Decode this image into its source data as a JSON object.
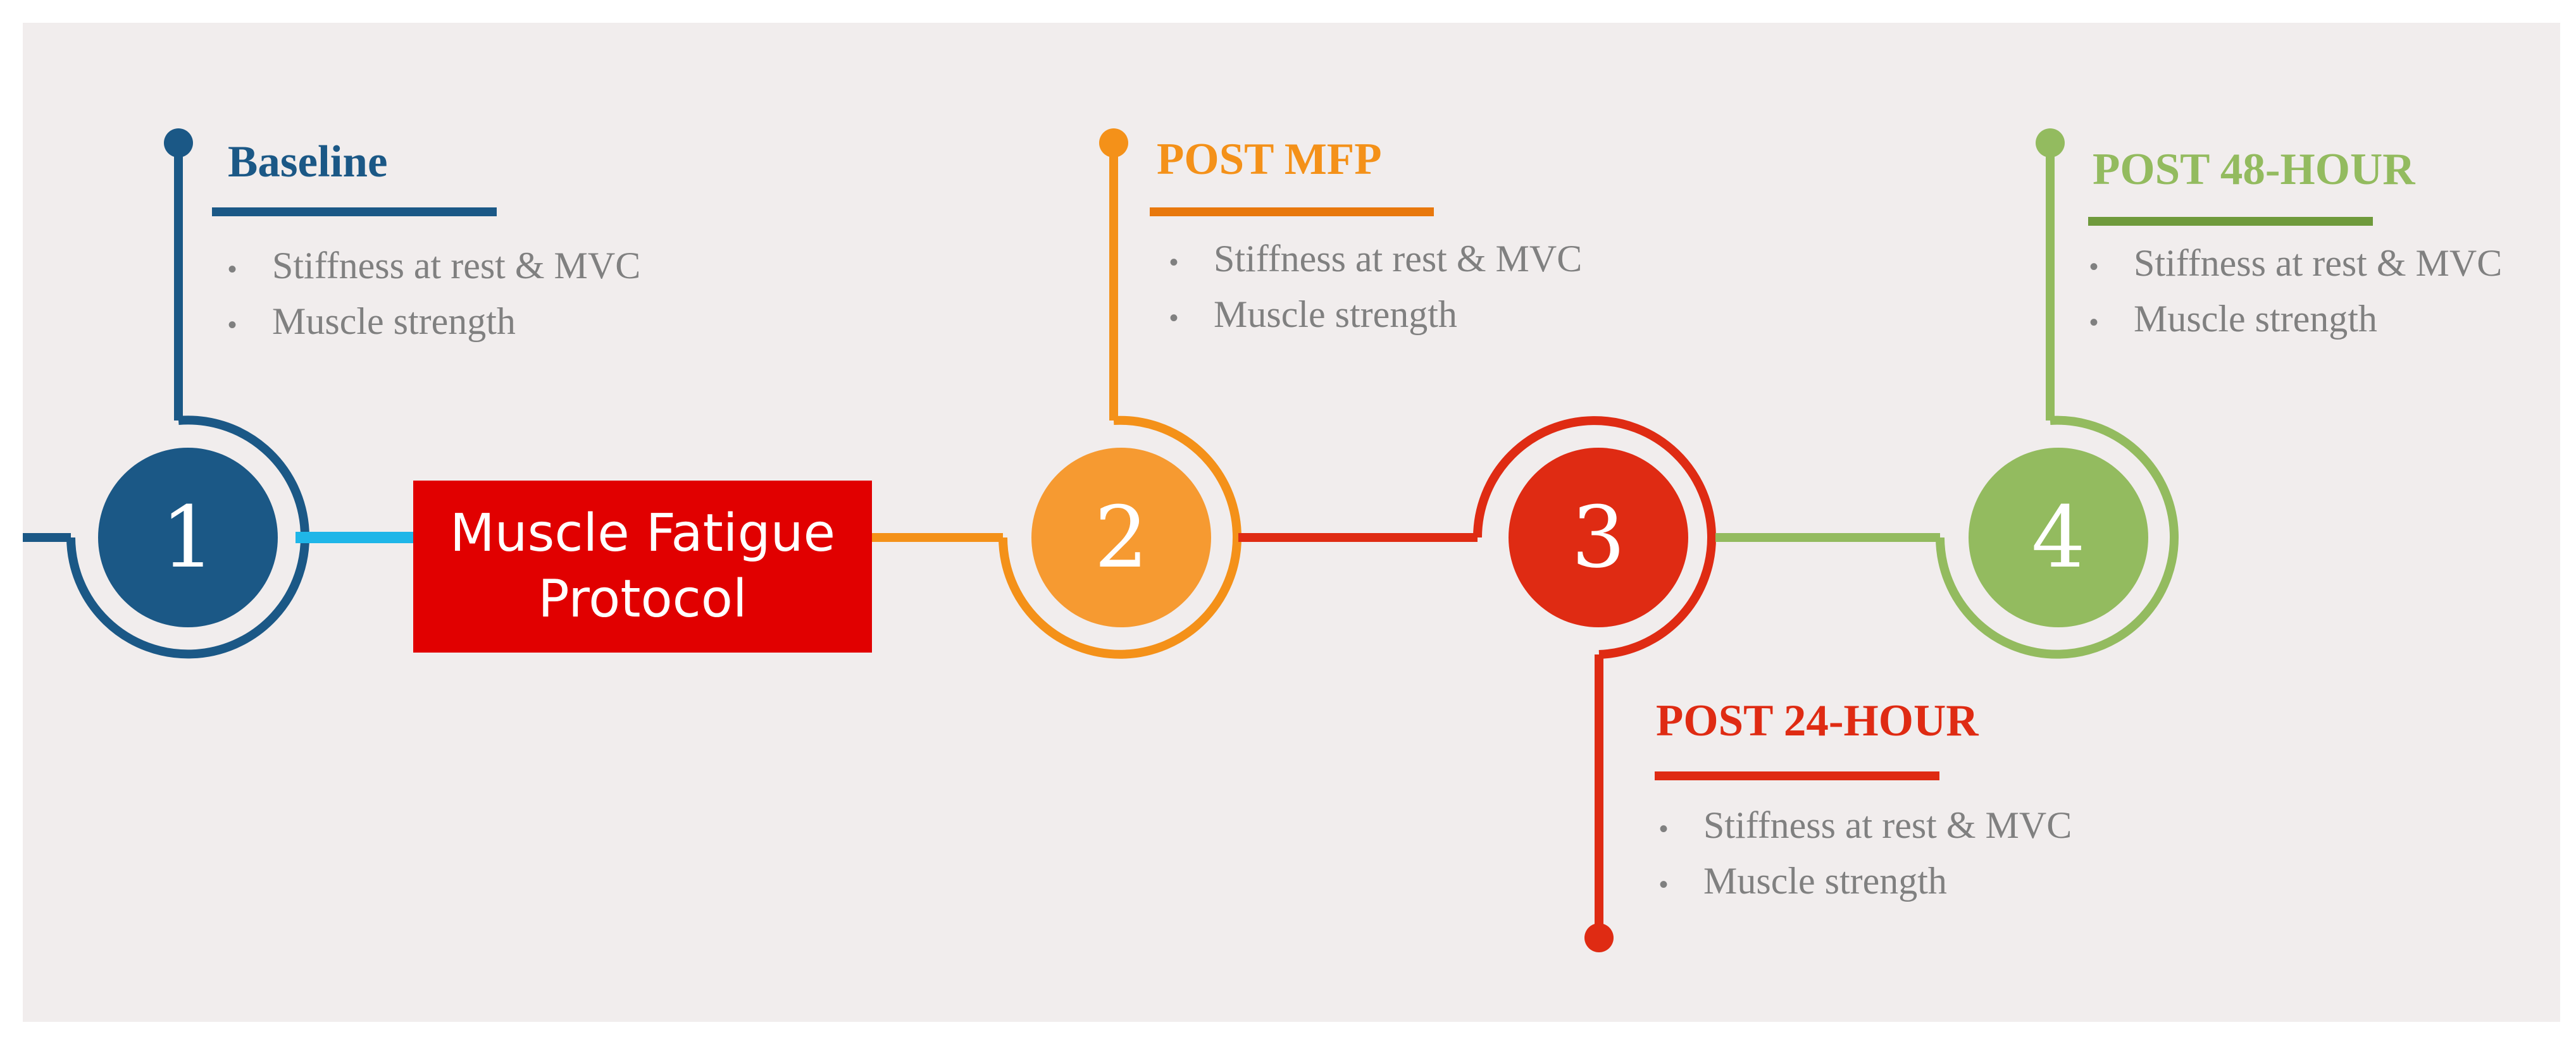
{
  "colors": {
    "blue": "#1b5886",
    "cyan": "#1fb6e8",
    "orange": "#f49119",
    "orange_dark": "#e8780d",
    "red": "#df2b13",
    "green": "#93bb5f",
    "green_dark": "#6f9a3c",
    "box_red": "#e10000",
    "bullet_gray": "#808080"
  },
  "protocol_box": {
    "label": "Muscle Fatigue\nProtocol"
  },
  "steps": [
    {
      "number": "1",
      "title": "Baseline",
      "items": [
        "Stiffness at rest & MVC",
        "Muscle strength"
      ]
    },
    {
      "number": "2",
      "title": "POST MFP",
      "items": [
        "Stiffness at rest & MVC",
        "Muscle strength"
      ]
    },
    {
      "number": "3",
      "title": "POST 24-HOUR",
      "items": [
        "Stiffness at rest & MVC",
        "Muscle strength"
      ]
    },
    {
      "number": "4",
      "title": "POST 48-HOUR",
      "items": [
        "Stiffness at rest & MVC",
        "Muscle strength"
      ]
    }
  ]
}
